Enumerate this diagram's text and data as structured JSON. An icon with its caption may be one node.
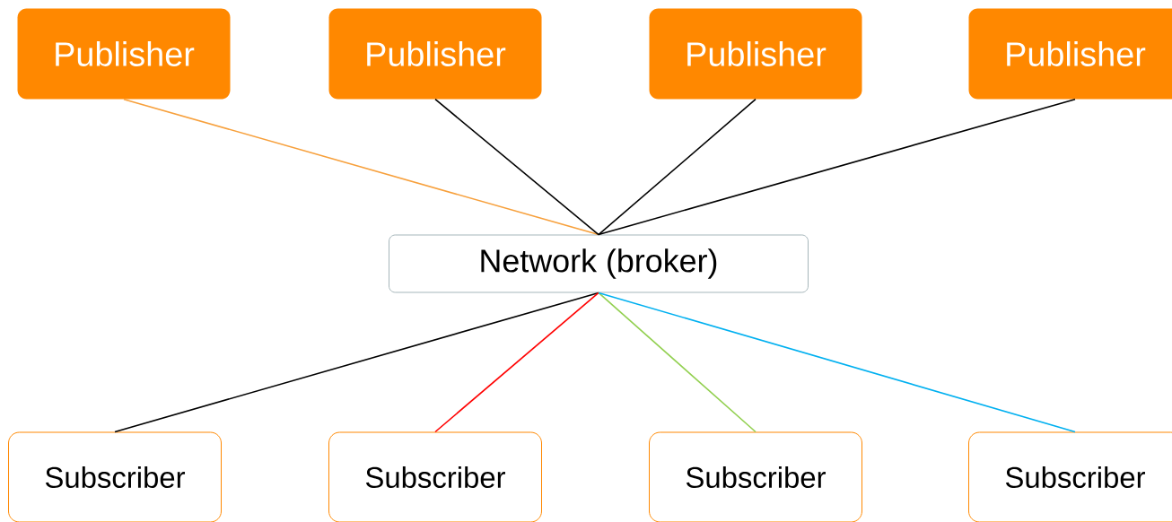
{
  "diagram": {
    "nodes": [
      {
        "text": [
          "Publisher"
        ]
      },
      {
        "text": [
          "Publisher"
        ]
      },
      {
        "text": [
          "Publisher"
        ]
      },
      {
        "text": [
          "Publisher"
        ]
      },
      {
        "text": [
          "Network (broker)"
        ]
      },
      {
        "text": [
          "Subscriber"
        ]
      },
      {
        "text": [
          "Subscriber"
        ]
      },
      {
        "text": [
          "Subscriber"
        ]
      },
      {
        "text": [
          "Subscriber"
        ]
      }
    ],
    "edges": [
      {
        "from": 0,
        "to": 4,
        "arrow": "none",
        "color": "#f7a03c"
      },
      {
        "from": 1,
        "to": 4,
        "arrow": "none"
      },
      {
        "from": 2,
        "to": 4,
        "arrow": "none"
      },
      {
        "from": 3,
        "to": 4,
        "arrow": "none"
      },
      {
        "from": 4,
        "to": 5,
        "arrow": "none"
      },
      {
        "from": 4,
        "to": 6,
        "arrow": "none",
        "color": "#ff0000"
      },
      {
        "from": 4,
        "to": 7,
        "arrow": "none",
        "color": "#92d050"
      },
      {
        "from": 4,
        "to": 8,
        "arrow": "none",
        "color": "#00b0f0"
      }
    ]
  }
}
